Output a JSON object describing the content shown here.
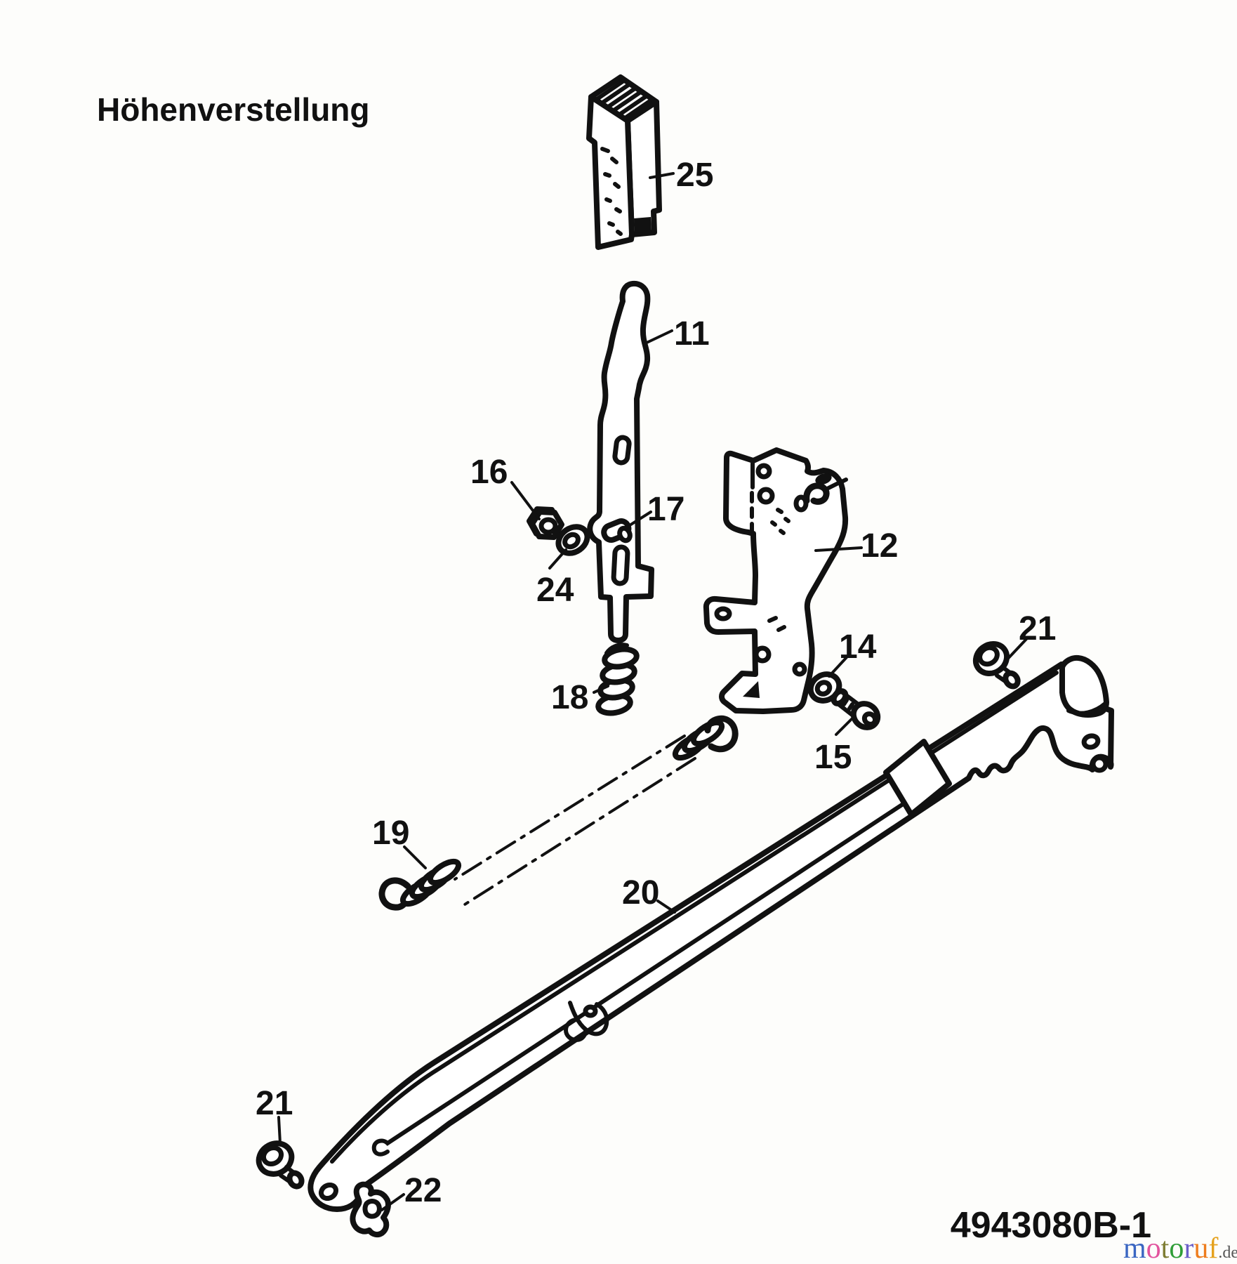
{
  "title": "Höhenverstellung",
  "doc_number": "4943080B-1",
  "watermark": {
    "letters": [
      {
        "char": "m",
        "color": "#3a66c2"
      },
      {
        "char": "o",
        "color": "#e2539e"
      },
      {
        "char": "t",
        "color": "#7e7d33"
      },
      {
        "char": "o",
        "color": "#2f9e38"
      },
      {
        "char": "r",
        "color": "#6b5fc9"
      },
      {
        "char": "u",
        "color": "#ee7d1e"
      },
      {
        "char": "f",
        "color": "#e5a11c"
      }
    ],
    "suffix": ".de"
  },
  "part_labels": [
    {
      "num": "25"
    },
    {
      "num": "11"
    },
    {
      "num": "16"
    },
    {
      "num": "17"
    },
    {
      "num": "24"
    },
    {
      "num": "12"
    },
    {
      "num": "14"
    },
    {
      "num": "15"
    },
    {
      "num": "18"
    },
    {
      "num": "19"
    },
    {
      "num": "20"
    },
    {
      "num": "21"
    },
    {
      "num": "21"
    },
    {
      "num": "22"
    }
  ]
}
